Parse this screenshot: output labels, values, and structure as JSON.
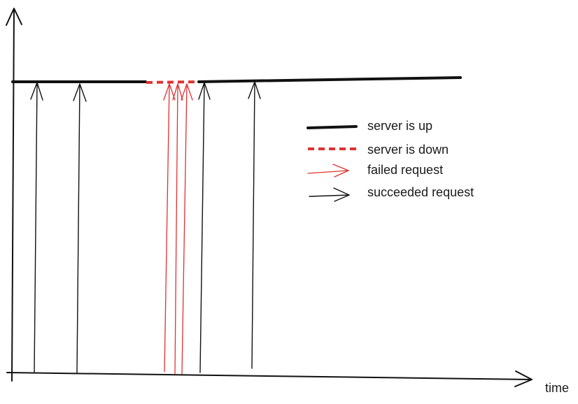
{
  "axis": {
    "x_label": "time"
  },
  "legend": {
    "up_label": "server is up",
    "down_label": "server is down",
    "failed_label": "failed request",
    "succeeded_label": "succeeded request"
  },
  "colors": {
    "up": "#111111",
    "down": "#e03131",
    "failed": "#e03131",
    "succeeded": "#111111"
  },
  "timeline": {
    "succeeded_requests_before_outage": 2,
    "failed_requests_during_outage": 3,
    "succeeded_requests_after_outage": 2
  }
}
